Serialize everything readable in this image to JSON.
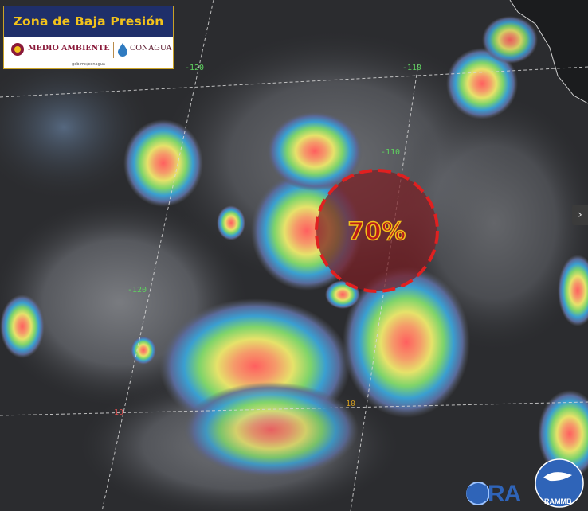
{
  "banner": {
    "title": "Zona de Baja Presión",
    "left_logo": "MEDIO AMBIENTE",
    "right_logo": "CONAGUA",
    "footer": "gob.mx/conagua"
  },
  "disturbance": {
    "probability_label": "70%",
    "circle_style": "dashed red",
    "fill_color": "#7a1f24",
    "border_color": "#e02020"
  },
  "grid_labels": [
    {
      "text": "-120",
      "color": "#5fd35f"
    },
    {
      "text": "-110",
      "color": "#5fd35f"
    },
    {
      "text": "-110",
      "color": "#5fd35f"
    },
    {
      "text": "-120",
      "color": "#5fd35f"
    },
    {
      "text": "10",
      "color": "#e05050"
    },
    {
      "text": "10",
      "color": "#d6a020"
    }
  ],
  "nav": {
    "next_icon": "chevron-right-icon",
    "glyph": "›"
  },
  "credits": {
    "cira": "CIRA",
    "rammb": "RAMMB"
  },
  "colors": {
    "background": "#2a2b2d",
    "banner_bg": "#1f2f6a",
    "banner_text": "#f2c21b"
  }
}
